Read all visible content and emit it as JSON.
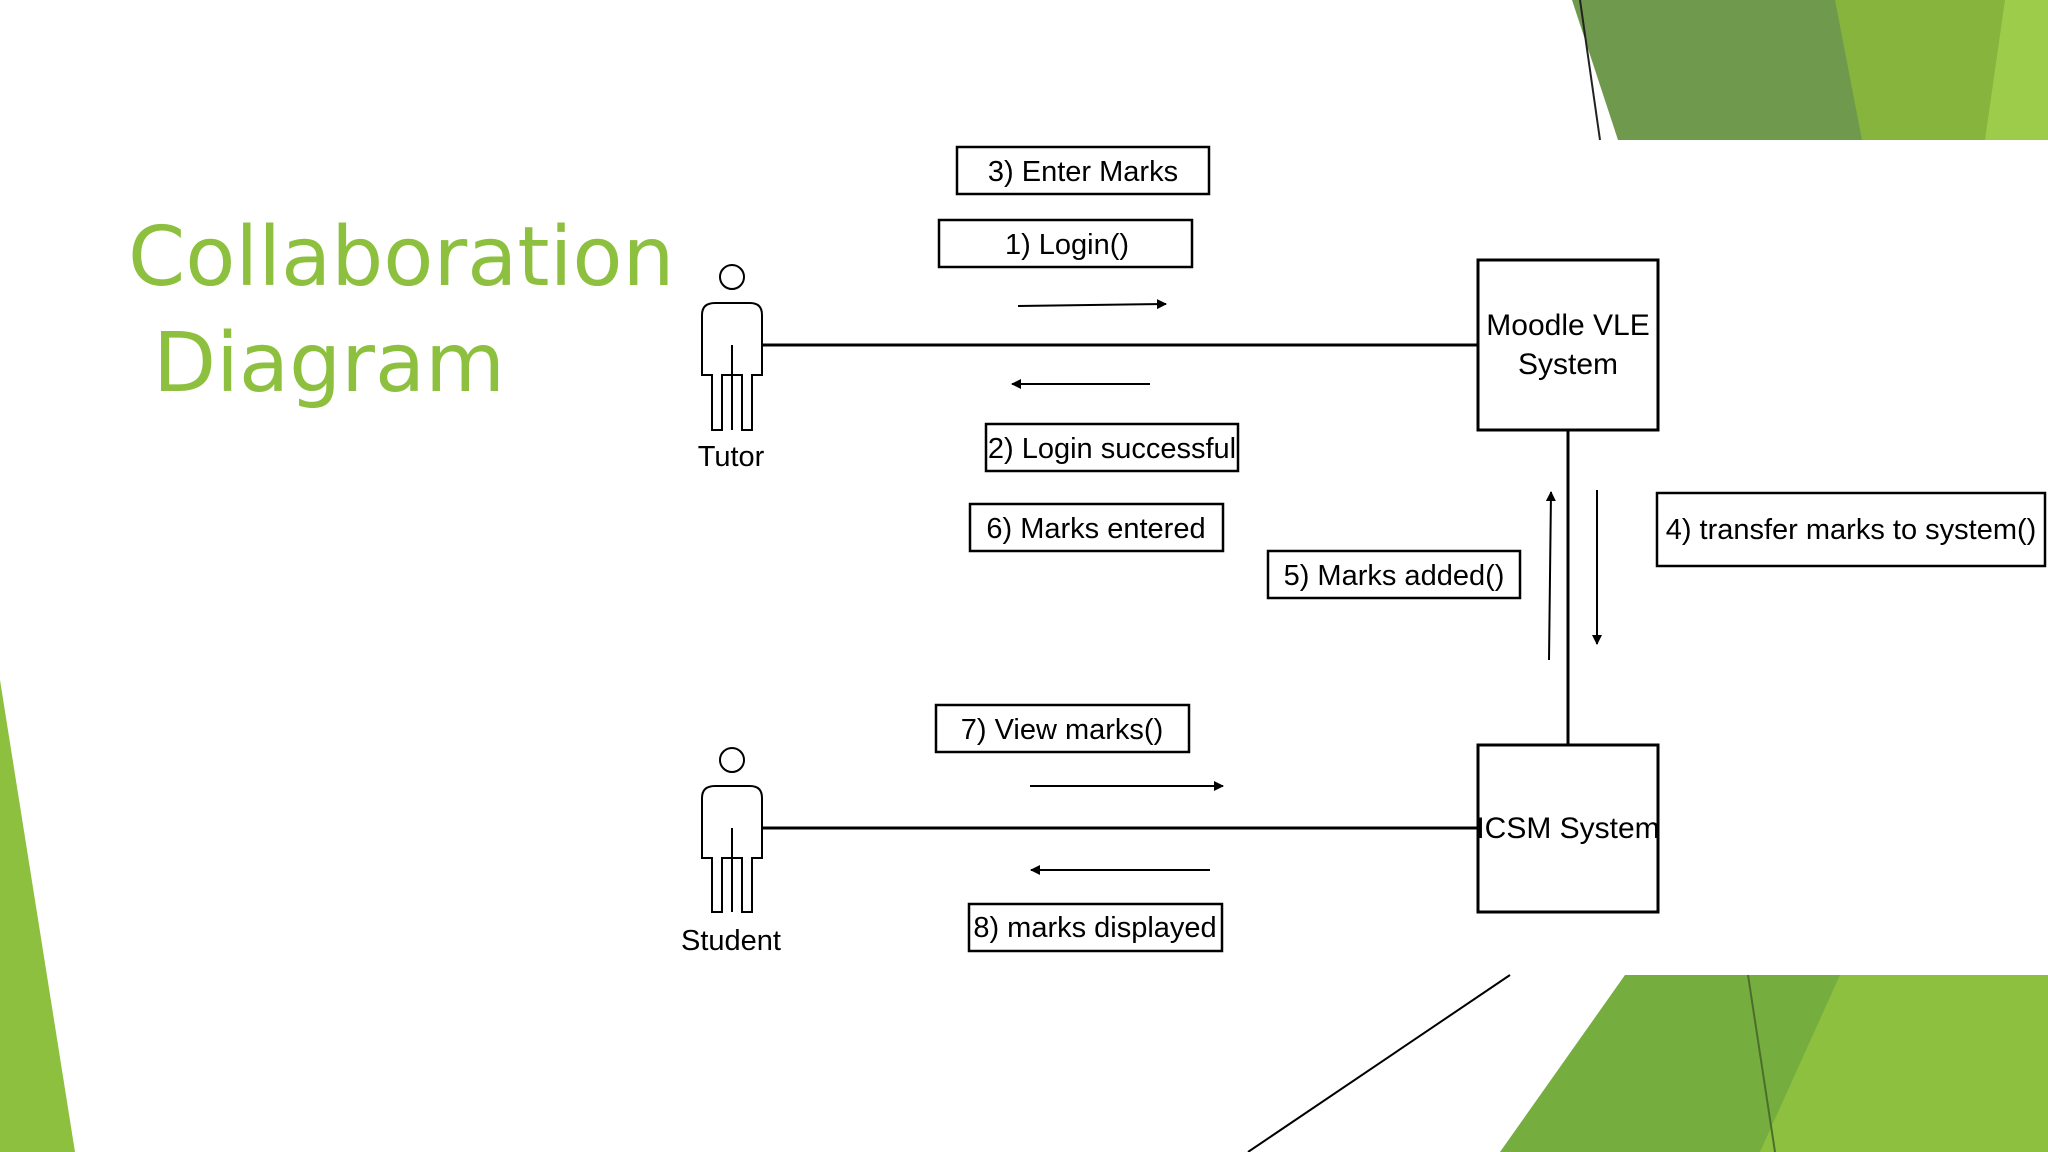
{
  "slide": {
    "title_line_1": "Collaboration",
    "title_line_2": "Diagram",
    "accent_color": "#8dc03f",
    "dark_green": "#6f9a4e",
    "light_green": "#c9e0a4"
  },
  "actors": {
    "tutor": "Tutor",
    "student": "Student"
  },
  "systems": {
    "moodle_line_1": "Moodle VLE",
    "moodle_line_2": "System",
    "icsm": "ICSM System"
  },
  "messages": {
    "m1": "1) Login()",
    "m2": "2) Login successful",
    "m3": "3) Enter Marks",
    "m4": "4) transfer marks to system()",
    "m5": "5) Marks added()",
    "m6": "6) Marks entered",
    "m7": "7) View marks()",
    "m8": "8) marks displayed"
  }
}
